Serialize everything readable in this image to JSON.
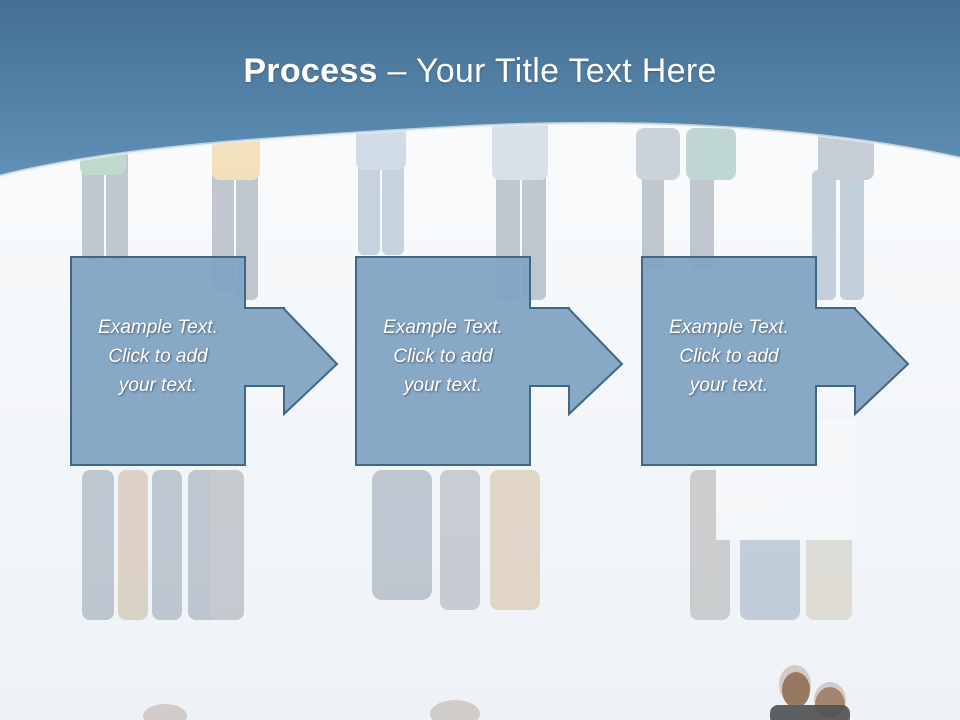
{
  "slide": {
    "title_bold": "Process",
    "title_rest": " – Your Title Text Here",
    "colors": {
      "header": "#4f7fa6",
      "box_fill": "#7fa3c2",
      "box_stroke": "#3f6787",
      "text": "#ffffff"
    }
  },
  "steps": [
    {
      "line1": "Example Text.",
      "line2": "Click  to add",
      "line3": "your text."
    },
    {
      "line1": "Example Text.",
      "line2": "Click  to add",
      "line3": "your text."
    },
    {
      "line1": "Example Text.",
      "line2": "Click  to add",
      "line3": "your text."
    }
  ]
}
